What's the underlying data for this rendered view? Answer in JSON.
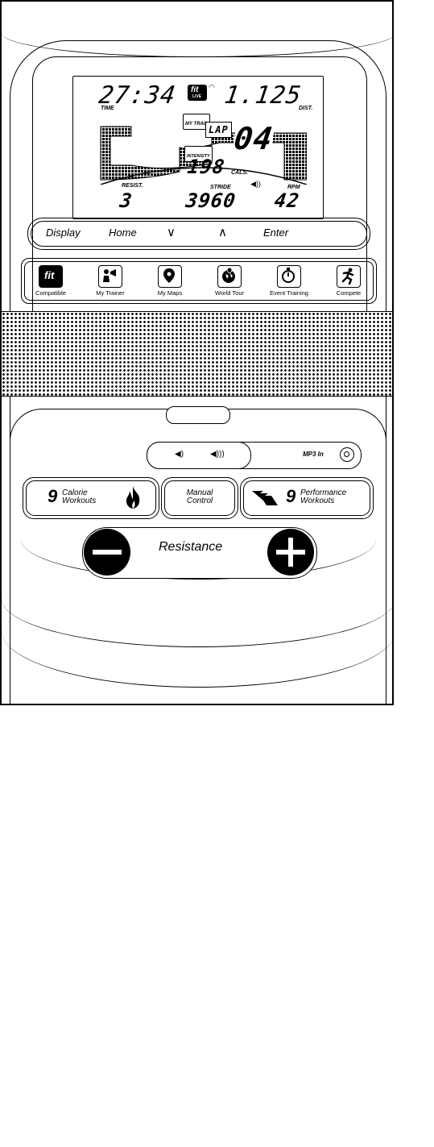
{
  "lcd": {
    "time_value": "27:34",
    "time_label": "TIME",
    "dist_value": "1.125",
    "dist_label": "DIST.",
    "ifit_live": "LIVE",
    "my_trail_label": "MY TRAIL",
    "lap_label": "LAP",
    "lap_value": "04",
    "intensity_label": "INTENSITY",
    "calories_value": "198",
    "calories_label": "CALS.",
    "resist_label": "RESIST.",
    "resist_value": "3",
    "stride_label": "STRIDE",
    "stride_value": "3960",
    "rpm_label": "RPM",
    "rpm_value": "42"
  },
  "nav": {
    "display": "Display",
    "home": "Home",
    "down": "∨",
    "up": "∧",
    "enter": "Enter"
  },
  "programs": [
    {
      "label": "Compatible",
      "icon": "ifit-logo-icon"
    },
    {
      "label": "My Trainer",
      "icon": "trainer-icon"
    },
    {
      "label": "My Maps",
      "icon": "map-pin-icon"
    },
    {
      "label": "World Tour",
      "icon": "globe-pin-icon"
    },
    {
      "label": "Event Training",
      "icon": "stopwatch-icon"
    },
    {
      "label": "Compete",
      "icon": "runner-icon"
    }
  ],
  "ifit_logo_text": "fit",
  "audio": {
    "mp3_label": "MP3 In"
  },
  "workouts": {
    "calorie_count": "9",
    "calorie_line1": "Calorie",
    "calorie_line2": "Workouts",
    "manual_line1": "Manual",
    "manual_line2": "Control",
    "performance_count": "9",
    "performance_line1": "Performance",
    "performance_line2": "Workouts"
  },
  "resistance": {
    "label": "Resistance"
  }
}
